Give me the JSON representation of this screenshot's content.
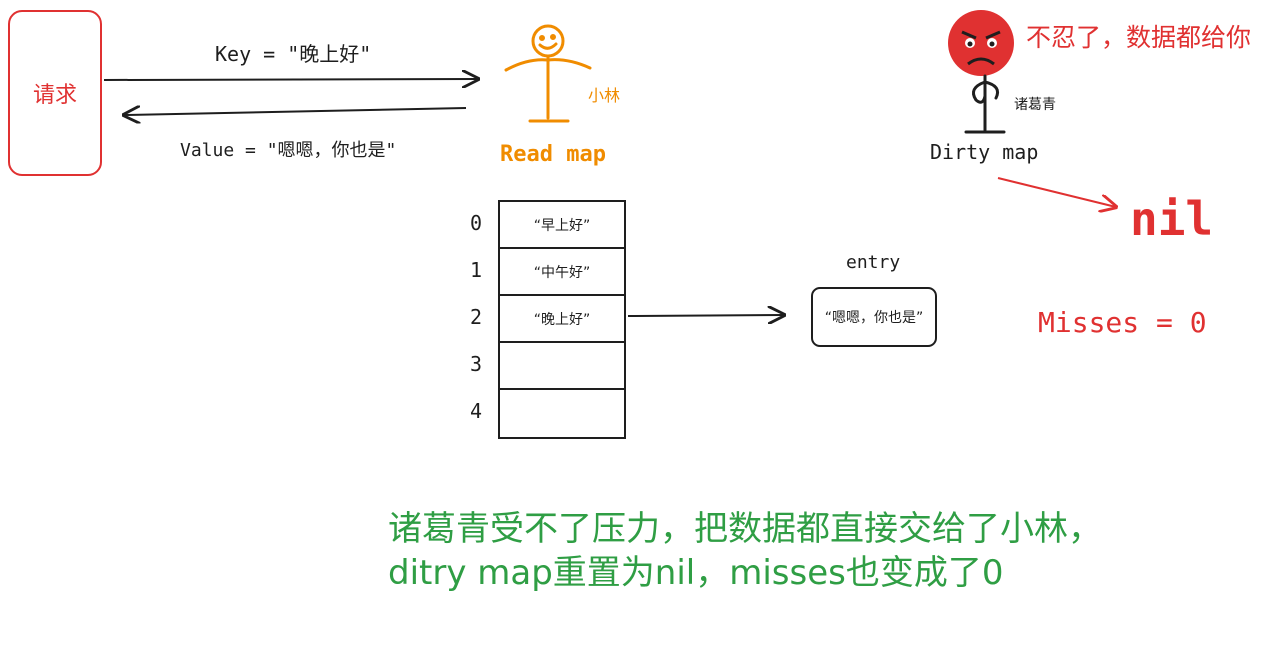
{
  "request": {
    "label": "请求"
  },
  "key_label": "Key = \"晚上好\"",
  "value_label": "Value = \"嗯嗯，你也是\"",
  "xiaolin": {
    "name": "小林",
    "color": "#f08c00"
  },
  "read_map": {
    "label": "Read map",
    "rows": [
      {
        "index": "0",
        "value": "“早上好”"
      },
      {
        "index": "1",
        "value": "“中午好”"
      },
      {
        "index": "2",
        "value": "“晚上好”"
      },
      {
        "index": "3",
        "value": ""
      },
      {
        "index": "4",
        "value": ""
      }
    ]
  },
  "entry": {
    "label": "entry",
    "value": "“嗯嗯，你也是”"
  },
  "zhuge": {
    "name": "诸葛青",
    "speech": "不忍了，数据都给你",
    "color": "#e03131"
  },
  "dirty_map": {
    "label": "Dirty map",
    "result": "nil"
  },
  "misses": "Misses = 0",
  "caption": "诸葛青受不了压力，把数据都直接交给了小林，ditry map重置为nil，misses也变成了0",
  "colors": {
    "red": "#e03131",
    "orange": "#f08c00",
    "green": "#2f9e44",
    "ink": "#1e1e1e"
  }
}
